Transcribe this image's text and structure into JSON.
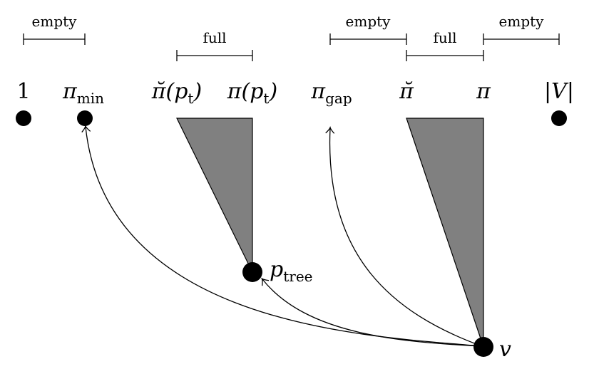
{
  "ranges": [
    {
      "id": "empty-left",
      "label": "empty"
    },
    {
      "id": "full-left",
      "label": "full"
    },
    {
      "id": "empty-mid",
      "label": "empty"
    },
    {
      "id": "full-right",
      "label": "full"
    },
    {
      "id": "empty-right",
      "label": "empty"
    }
  ],
  "positions": {
    "one": {
      "base": "1"
    },
    "pi_min": {
      "base": "π",
      "sub": "min"
    },
    "breve_pi_pt": {
      "base": "π̆(p",
      "sub": "t",
      "close": ")"
    },
    "pi_pt": {
      "base": "π(p",
      "sub": "t",
      "close": ")"
    },
    "pi_gap": {
      "base": "π",
      "sub": "gap"
    },
    "breve_pi": {
      "base": "π̆"
    },
    "pi": {
      "base": "π"
    },
    "abs_v": {
      "base": "|V|"
    }
  },
  "nodes": {
    "p_tree": {
      "base": "p",
      "sub": "tree"
    },
    "v": {
      "base": "v"
    }
  },
  "colors": {
    "wedge_fill": "#808080",
    "stroke": "#000000"
  }
}
